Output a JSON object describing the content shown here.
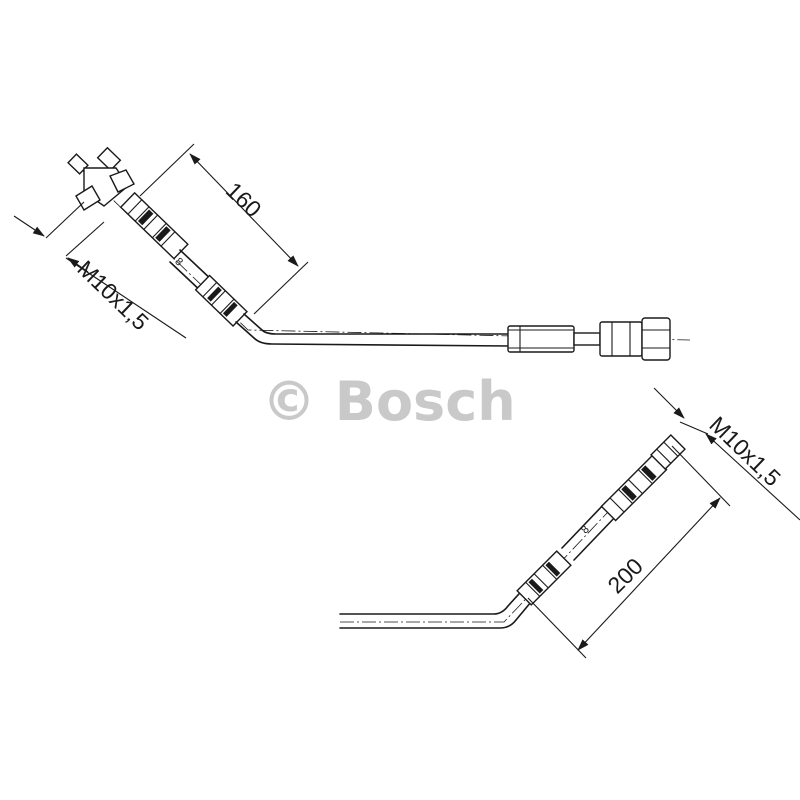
{
  "watermark": {
    "text": "© Bosch",
    "color": "#c9c9c9"
  },
  "dimensions": {
    "top_length": "160",
    "top_thread": "M10x1,5",
    "bottom_length": "200",
    "bottom_thread": "M10x1,5"
  },
  "colors": {
    "line": "#1a1a1a",
    "background": "#ffffff"
  }
}
